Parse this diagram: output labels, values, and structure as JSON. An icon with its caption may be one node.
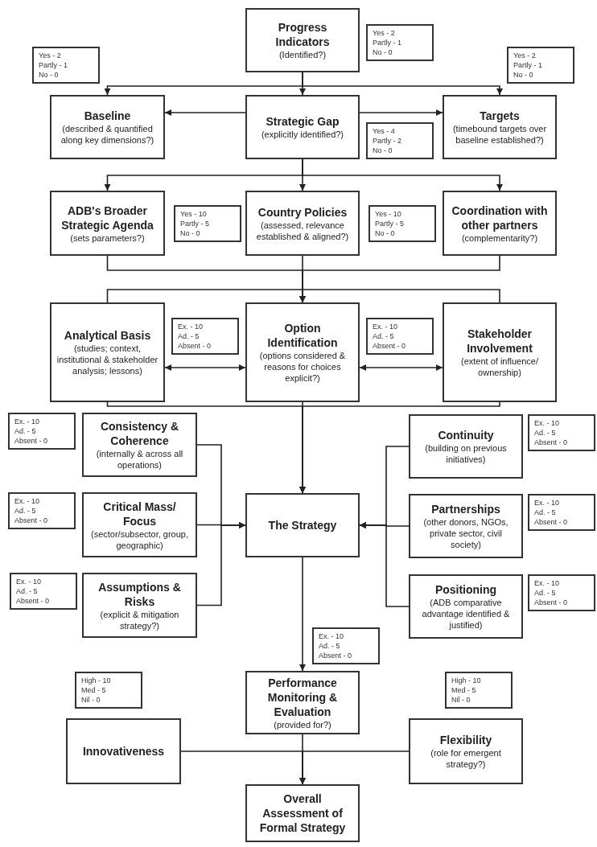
{
  "diagram": {
    "nodes": [
      {
        "text": [
          "Progress Indicators",
          "(Identified?)"
        ]
      },
      {
        "text": [
          "Yes - 2",
          "Partly - 1",
          "No - 0"
        ]
      },
      {
        "text": [
          "Yes - 2",
          "Partly - 1",
          "No - 0"
        ]
      },
      {
        "text": [
          "Yes - 2",
          "Partly - 1",
          "No - 0"
        ]
      },
      {
        "text": [
          "Baseline",
          "(described & quantified along key dimensions?)"
        ]
      },
      {
        "text": [
          "Strategic Gap",
          "(explicitly identified?)"
        ]
      },
      {
        "text": [
          "Yes - 4",
          "Partly - 2",
          "No - 0"
        ]
      },
      {
        "text": [
          "Targets",
          "(timebound targets over baseline established?)"
        ]
      },
      {
        "text": [
          "ADB's Broader Strategic Agenda",
          "(sets parameters?)"
        ]
      },
      {
        "text": [
          "Yes - 10",
          "Partly - 5",
          "No - 0"
        ]
      },
      {
        "text": [
          "Country Policies",
          "(assessed, relevance established & aligned?)"
        ]
      },
      {
        "text": [
          "Yes - 10",
          "Partly - 5",
          "No - 0"
        ]
      },
      {
        "text": [
          "Coordination with other partners",
          "(complementarity?)"
        ]
      },
      {
        "text": [
          "Analytical Basis",
          "(studies; context, institutional & stakeholder analysis; lessons)"
        ]
      },
      {
        "text": [
          "Ex. - 10",
          "Ad. - 5",
          "Absent - 0"
        ]
      },
      {
        "text": [
          "Option Identification",
          "(options considered & reasons for choices explicit?)"
        ]
      },
      {
        "text": [
          "Ex. - 10",
          "Ad. - 5",
          "Absent - 0"
        ]
      },
      {
        "text": [
          "Stakeholder Involvement",
          "(extent of influence/ ownership)"
        ]
      },
      {
        "text": [
          "Ex. - 10",
          "Ad. - 5",
          "Absent - 0"
        ]
      },
      {
        "text": [
          "Consistency & Coherence",
          "(internally & across all operations)"
        ]
      },
      {
        "text": [
          "Continuity",
          "(building on previous initiatives)"
        ]
      },
      {
        "text": [
          "Ex. - 10",
          "Ad. - 5",
          "Absent - 0"
        ]
      },
      {
        "text": [
          "Ex. - 10",
          "Ad. - 5",
          "Absent - 0"
        ]
      },
      {
        "text": [
          "Critical Mass/ Focus",
          "(sector/subsector, group, geographic)"
        ]
      },
      {
        "text": [
          "The Strategy"
        ]
      },
      {
        "text": [
          "Partnerships",
          "(other donors, NGOs, private sector, civil society)"
        ]
      },
      {
        "text": [
          "Ex. - 10",
          "Ad. - 5",
          "Absent - 0"
        ]
      },
      {
        "text": [
          "Ex. - 10",
          "Ad. - 5",
          "Absent - 0"
        ]
      },
      {
        "text": [
          "Assumptions & Risks",
          "(explicit & mitigation strategy?)"
        ]
      },
      {
        "text": [
          "Positioning",
          "(ADB comparative advantage identified & justified)"
        ]
      },
      {
        "text": [
          "Ex. - 10",
          "Ad. - 5",
          "Absent - 0"
        ]
      },
      {
        "text": [
          "Ex. - 10",
          "Ad. - 5",
          "Absent - 0"
        ]
      },
      {
        "text": [
          "Performance Monitoring & Evaluation",
          "(provided for?)"
        ]
      },
      {
        "text": [
          "High - 10",
          "Med - 5",
          "Nil - 0"
        ]
      },
      {
        "text": [
          "High - 10",
          "Med - 5",
          "Nil - 0"
        ]
      },
      {
        "text": [
          "Innovativeness"
        ]
      },
      {
        "text": [
          "Flexibility",
          "(role for emergent strategy?)"
        ]
      },
      {
        "text": [
          "Overall Assessment of Formal Strategy"
        ]
      }
    ],
    "edges": [
      {
        "from": 0,
        "to": 4,
        "arrow": "to"
      },
      {
        "from": 0,
        "to": 5,
        "arrow": "to"
      },
      {
        "from": 0,
        "to": 7,
        "arrow": "to"
      },
      {
        "from": 5,
        "to": 4,
        "arrow": "to"
      },
      {
        "from": 5,
        "to": 7,
        "arrow": "to"
      },
      {
        "from": 5,
        "to": 8,
        "arrow": "to"
      },
      {
        "from": 5,
        "to": 10,
        "arrow": "to"
      },
      {
        "from": 5,
        "to": 12,
        "arrow": "to"
      },
      {
        "from": 8,
        "to": 15,
        "arrow": "to"
      },
      {
        "from": 10,
        "to": 15,
        "arrow": "to"
      },
      {
        "from": 12,
        "to": 15,
        "arrow": "to"
      },
      {
        "from": 13,
        "to": 17,
        "arrow": "none"
      },
      {
        "from": 13,
        "to": 15,
        "arrow": "both"
      },
      {
        "from": 15,
        "to": 17,
        "arrow": "both"
      },
      {
        "from": 13,
        "to": 24,
        "arrow": "to"
      },
      {
        "from": 15,
        "to": 24,
        "arrow": "to"
      },
      {
        "from": 17,
        "to": 24,
        "arrow": "to"
      },
      {
        "from": 19,
        "to": 24,
        "arrow": "to"
      },
      {
        "from": 23,
        "to": 24,
        "arrow": "to"
      },
      {
        "from": 28,
        "to": 24,
        "arrow": "to"
      },
      {
        "from": 20,
        "to": 24,
        "arrow": "to"
      },
      {
        "from": 25,
        "to": 24,
        "arrow": "to"
      },
      {
        "from": 29,
        "to": 24,
        "arrow": "to"
      },
      {
        "from": 24,
        "to": 32,
        "arrow": "to"
      },
      {
        "from": 32,
        "to": 37,
        "arrow": "to"
      },
      {
        "from": 35,
        "to": 37,
        "arrow": "to"
      },
      {
        "from": 36,
        "to": 37,
        "arrow": "to"
      }
    ]
  }
}
